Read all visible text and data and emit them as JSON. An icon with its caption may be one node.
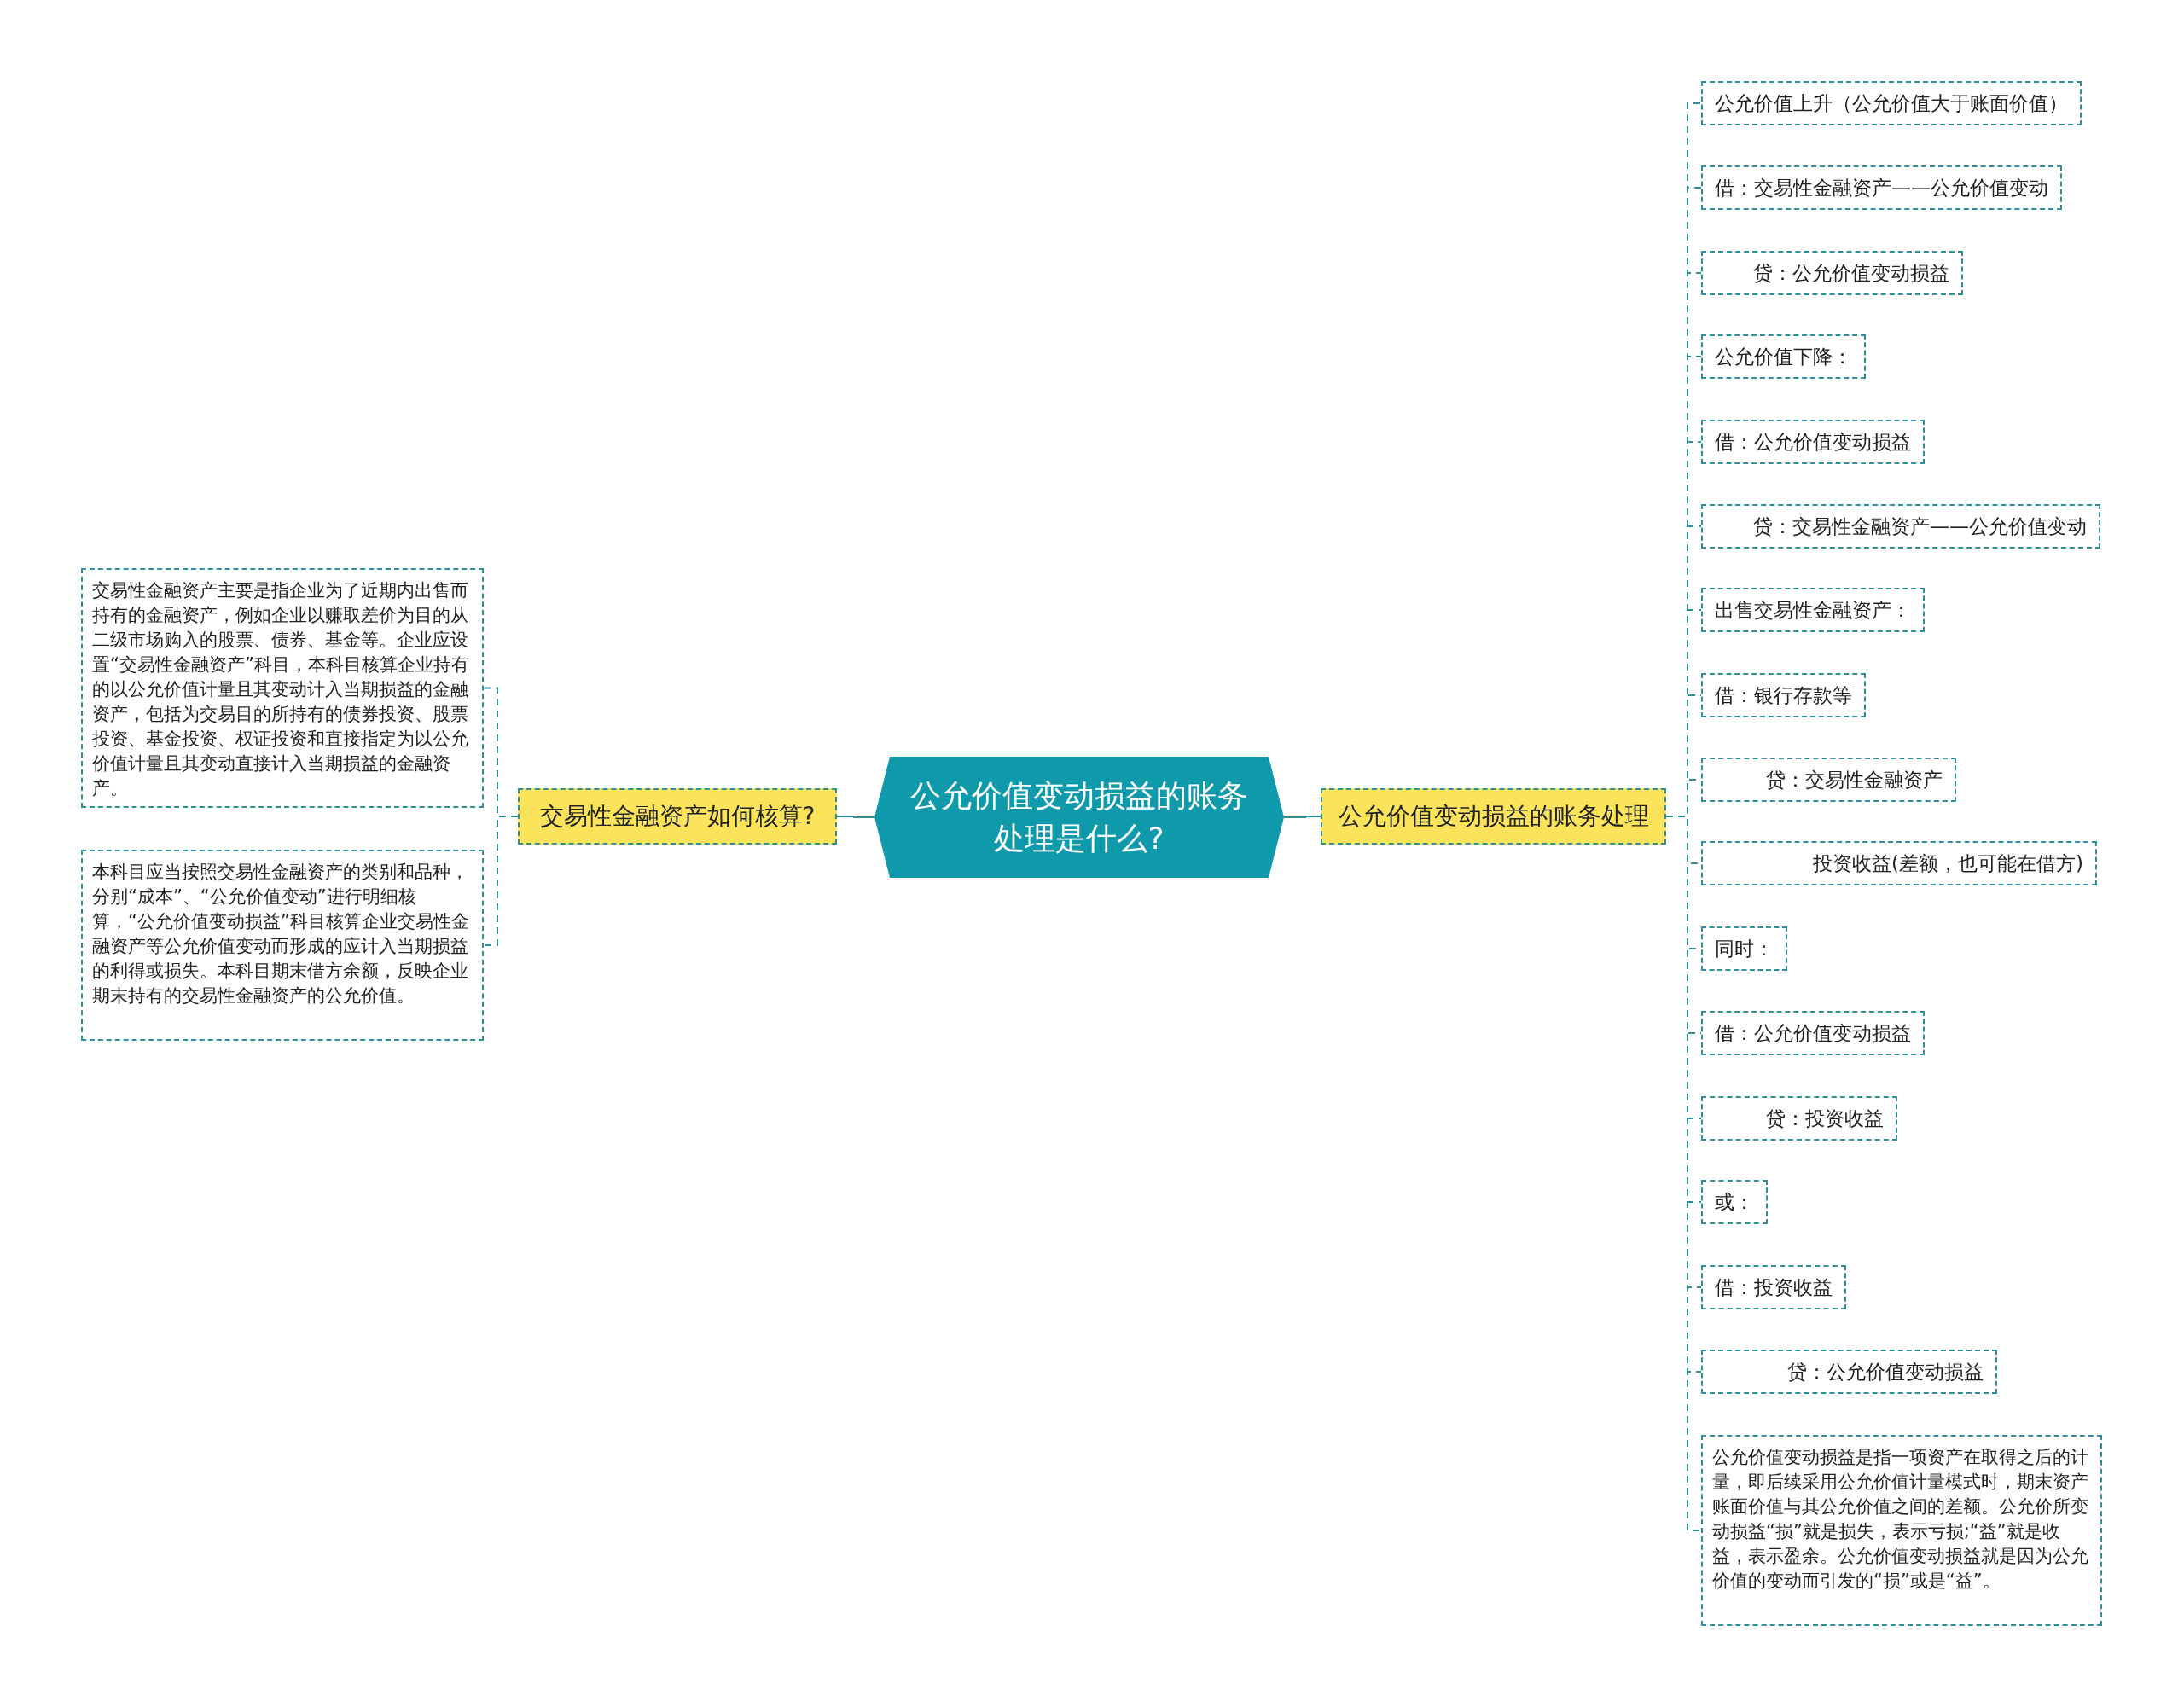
{
  "diagram": {
    "nodes": [
      {
        "text": [
          "公允价值变动损益的账务处理是什么?"
        ]
      },
      {
        "text": [
          "交易性金融资产如何核算?"
        ]
      },
      {
        "text": [
          "交易性金融资产主要是指企业为了近期内出售而持有的金融资产，例如企业以赚取差价为目的从二级市场购入的股票、债券、基金等。企业应设置“交易性金融资产”科目，本科目核算企业持有的以公允价值计量且其变动计入当期损益的金融资产，包括为交易目的所持有的债券投资、股票投资、基金投资、权证投资和直接指定为以公允价值计量且其变动直接计入当期损益的金融资产。"
        ]
      },
      {
        "text": [
          "本科目应当按照交易性金融资产的类别和品种，分别“成本”、“公允价值变动”进行明细核算，“公允价值变动损益”科目核算企业交易性金融资产等公允价值变动而形成的应计入当期损益的利得或损失。本科目期末借方余额，反映企业期末持有的交易性金融资产的公允价值。"
        ]
      },
      {
        "text": [
          "公允价值变动损益的账务处理"
        ]
      },
      {
        "text": [
          "公允价值上升（公允价值大于账面价值）"
        ]
      },
      {
        "text": [
          "借：交易性金融资产——公允价值变动"
        ]
      },
      {
        "text": [
          "贷：公允价值变动损益"
        ]
      },
      {
        "text": [
          "公允价值下降："
        ]
      },
      {
        "text": [
          "借：公允价值变动损益"
        ]
      },
      {
        "text": [
          "贷：交易性金融资产——公允价值变动"
        ]
      },
      {
        "text": [
          "出售交易性金融资产："
        ]
      },
      {
        "text": [
          "借：银行存款等"
        ]
      },
      {
        "text": [
          "贷：交易性金融资产"
        ]
      },
      {
        "text": [
          "投资收益(差额，也可能在借方)"
        ]
      },
      {
        "text": [
          "同时："
        ]
      },
      {
        "text": [
          "借：公允价值变动损益"
        ]
      },
      {
        "text": [
          "贷：投资收益"
        ]
      },
      {
        "text": [
          "或："
        ]
      },
      {
        "text": [
          "借：投资收益"
        ]
      },
      {
        "text": [
          "贷：公允价值变动损益"
        ]
      },
      {
        "text": [
          "公允价值变动损益是指一项资产在取得之后的计量，即后续采用公允价值计量模式时，期末资产账面价值与其公允价值之间的差额。公允价所变动损益“损”就是损失，表示亏损;“益”就是收益，表示盈余。公允价值变动损益就是因为公允价值的变动而引发的“损”或是“益”。"
        ]
      }
    ],
    "edges": [
      {
        "from": 0,
        "to": 1,
        "arrow": "none"
      },
      {
        "from": 1,
        "to": 2,
        "arrow": "none",
        "style": "dashed"
      },
      {
        "from": 1,
        "to": 3,
        "arrow": "none",
        "style": "dashed"
      },
      {
        "from": 0,
        "to": 4,
        "arrow": "none"
      },
      {
        "from": 4,
        "to": 5,
        "arrow": "none",
        "style": "dashed"
      },
      {
        "from": 4,
        "to": 6,
        "arrow": "none",
        "style": "dashed"
      },
      {
        "from": 4,
        "to": 7,
        "arrow": "none",
        "style": "dashed"
      },
      {
        "from": 4,
        "to": 8,
        "arrow": "none",
        "style": "dashed"
      },
      {
        "from": 4,
        "to": 9,
        "arrow": "none",
        "style": "dashed"
      },
      {
        "from": 4,
        "to": 10,
        "arrow": "none",
        "style": "dashed"
      },
      {
        "from": 4,
        "to": 11,
        "arrow": "none",
        "style": "dashed"
      },
      {
        "from": 4,
        "to": 12,
        "arrow": "none",
        "style": "dashed"
      },
      {
        "from": 4,
        "to": 13,
        "arrow": "none",
        "style": "dashed"
      },
      {
        "from": 4,
        "to": 14,
        "arrow": "none",
        "style": "dashed"
      },
      {
        "from": 4,
        "to": 15,
        "arrow": "none",
        "style": "dashed"
      },
      {
        "from": 4,
        "to": 16,
        "arrow": "none",
        "style": "dashed"
      },
      {
        "from": 4,
        "to": 17,
        "arrow": "none",
        "style": "dashed"
      },
      {
        "from": 4,
        "to": 18,
        "arrow": "none",
        "style": "dashed"
      },
      {
        "from": 4,
        "to": 19,
        "arrow": "none",
        "style": "dashed"
      },
      {
        "from": 4,
        "to": 20,
        "arrow": "none",
        "style": "dashed"
      },
      {
        "from": 4,
        "to": 21,
        "arrow": "none",
        "style": "dashed"
      }
    ]
  }
}
